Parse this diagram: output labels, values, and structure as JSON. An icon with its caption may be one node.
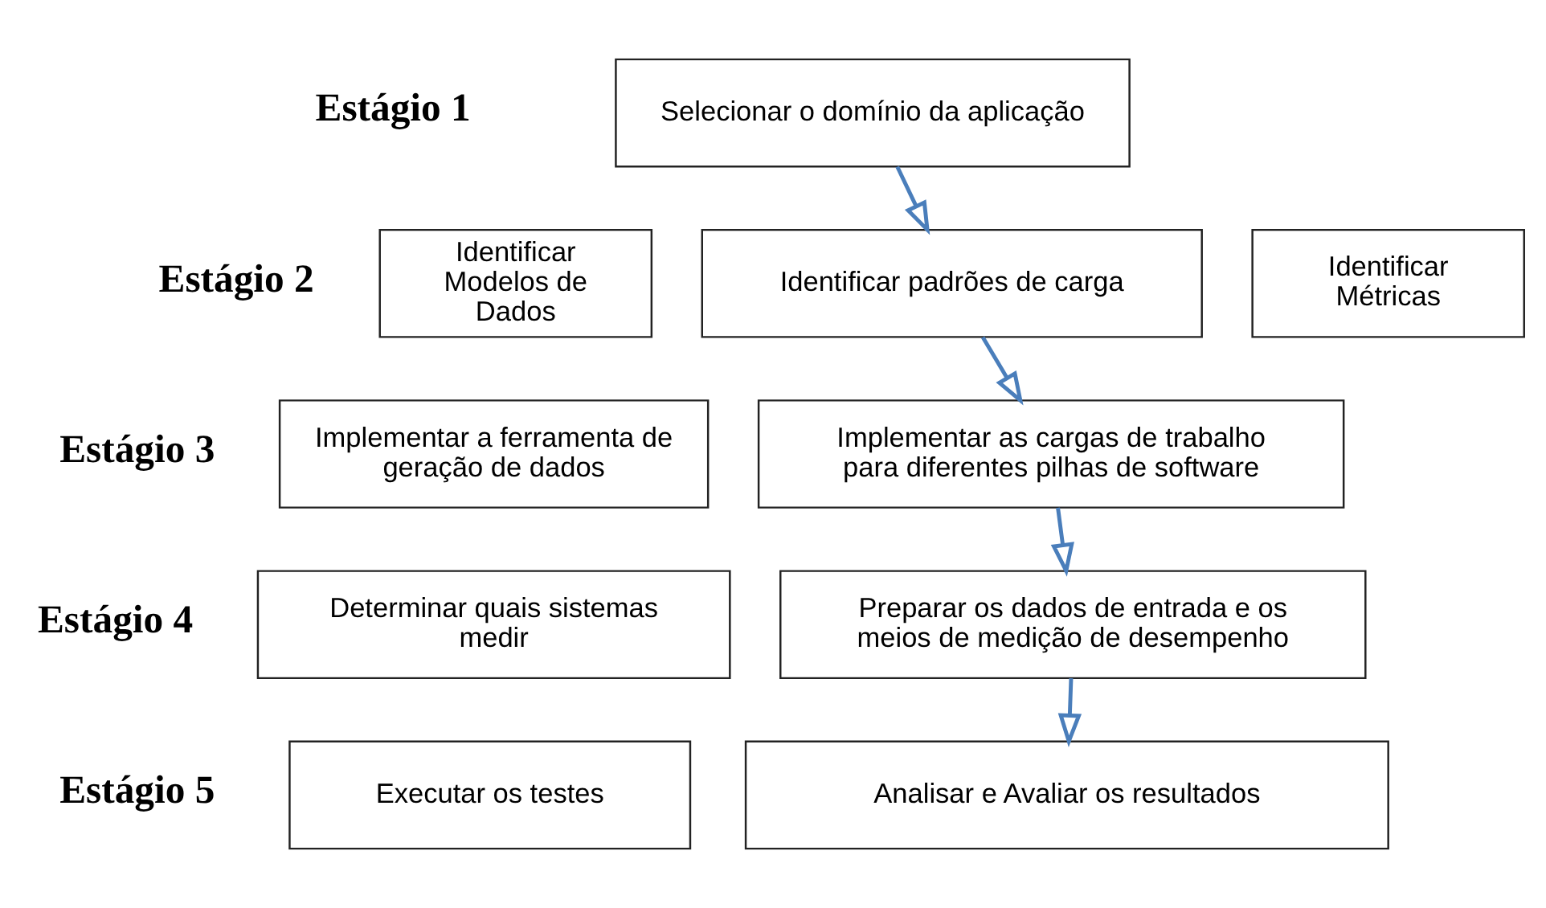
{
  "diagram": {
    "nodes": [
      {
        "text": [
          "Selecionar o domínio da aplicação"
        ]
      },
      {
        "text": [
          "Identificar Modelos de Dados"
        ]
      },
      {
        "text": [
          "Identificar padrões de carga"
        ]
      },
      {
        "text": [
          "Identificar Métricas"
        ]
      },
      {
        "text": [
          "Implementar a ferramenta de geração de dados"
        ]
      },
      {
        "text": [
          "Implementar as cargas de trabalho para diferentes pilhas de software"
        ]
      },
      {
        "text": [
          "Determinar quais sistemas medir"
        ]
      },
      {
        "text": [
          "Preparar os dados de entrada e os meios de medição de desempenho"
        ]
      },
      {
        "text": [
          "Executar os testes"
        ]
      },
      {
        "text": [
          "Analisar e Avaliar os resultados"
        ]
      }
    ],
    "edges": [
      {
        "from": 0,
        "to": 2,
        "arrow": "to"
      },
      {
        "from": 2,
        "to": 5,
        "arrow": "to"
      },
      {
        "from": 5,
        "to": 7,
        "arrow": "to"
      },
      {
        "from": 7,
        "to": 9,
        "arrow": "to"
      }
    ],
    "labels": [
      "Estágio 1",
      "Estágio 2",
      "Estágio 3",
      "Estágio 4",
      "Estágio 5"
    ]
  }
}
